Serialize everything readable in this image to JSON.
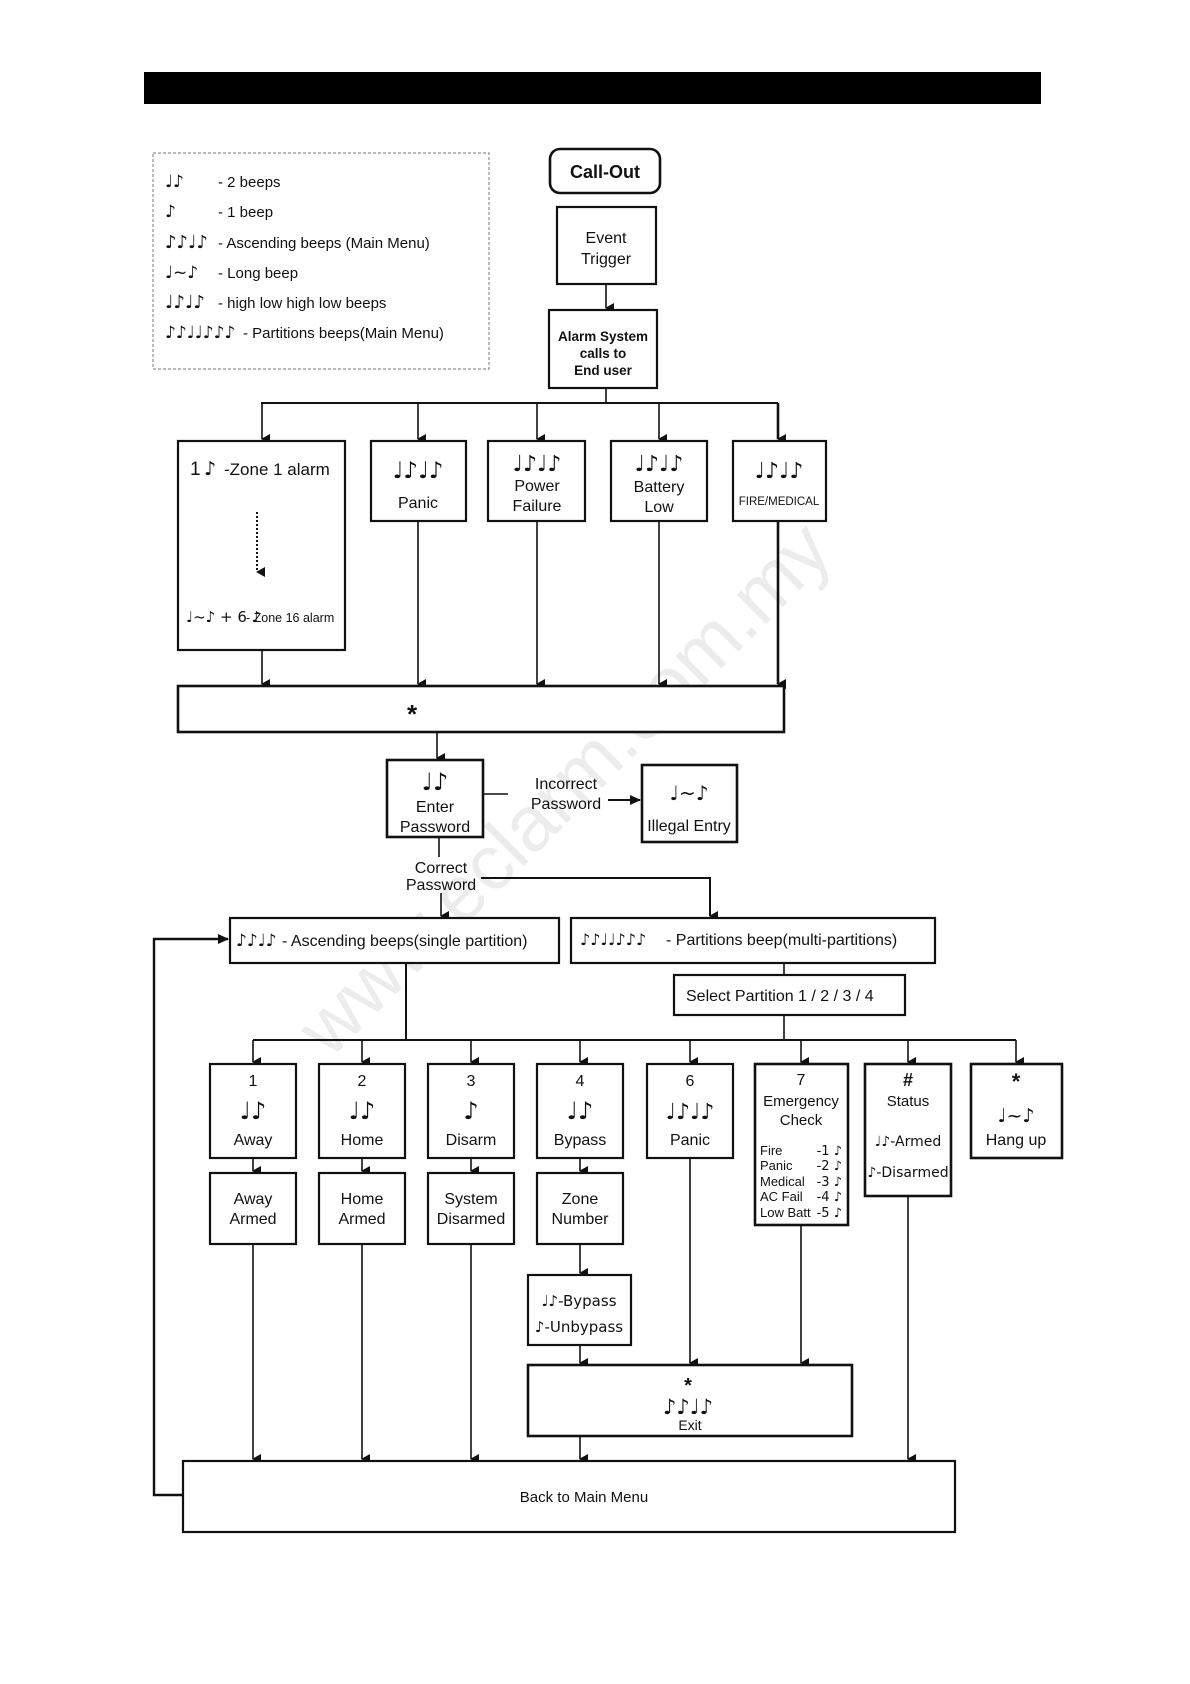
{
  "header_bar": {
    "color": "#000000"
  },
  "legend": {
    "items": [
      {
        "symbol": "♩♪",
        "label": "- 2 beeps"
      },
      {
        "symbol": "♪",
        "label": "- 1 beep"
      },
      {
        "symbol": "♪♪♩♪",
        "label": "- Ascending beeps (Main Menu)"
      },
      {
        "symbol": "♩~♪",
        "label": "- Long beep"
      },
      {
        "symbol": "♩♪♩♪",
        "label": "- high low high low beeps"
      },
      {
        "symbol": "♪♪♩♩♪♪♪",
        "label": "- Partitions beeps(Main Menu)"
      }
    ]
  },
  "top_flow": {
    "callout": "Call-Out",
    "event_trigger": [
      "Event",
      "Trigger"
    ],
    "alarm_system": [
      "Alarm System",
      "calls to",
      "End user"
    ]
  },
  "events": {
    "zone": {
      "top_prefix": "1",
      "top_note": "♪",
      "top_label": "-Zone 1 alarm",
      "bottom_note": "♩~♪ + 6 ♪",
      "bottom_label": "- Zone 16 alarm"
    },
    "panic": {
      "notes": "♩♪♩♪",
      "label": [
        "Panic"
      ]
    },
    "power": {
      "notes": "♩♪♩♪",
      "label": [
        "Power",
        "Failure"
      ]
    },
    "battery": {
      "notes": "♩♪♩♪",
      "label": [
        "Battery",
        "Low"
      ]
    },
    "fire": {
      "notes": "♩♪♩♪",
      "label": [
        "FIRE/MEDICAL"
      ]
    }
  },
  "star_bar": {
    "symbol": "*"
  },
  "password": {
    "enter_notes": "♩♪",
    "enter_label": [
      "Enter",
      "Password"
    ],
    "incorrect_label": [
      "Incorrect",
      "Password"
    ],
    "illegal_notes": "♩~♪",
    "illegal_label": "Illegal Entry",
    "correct_label": [
      "Correct",
      "Password"
    ]
  },
  "partitions": {
    "single_notes": "♪♪♩♪",
    "single_label": "- Ascending beeps(single partition)",
    "multi_notes": "♪♪♩♩♪♪♪",
    "multi_label": "- Partitions beep(multi-partitions)",
    "select_label": "Select Partition 1 / 2 / 3 / 4"
  },
  "menu": [
    {
      "key": "1",
      "notes": "♩♪",
      "label": "Away",
      "result": [
        "Away",
        "Armed"
      ]
    },
    {
      "key": "2",
      "notes": "♩♪",
      "label": "Home",
      "result": [
        "Home",
        "Armed"
      ]
    },
    {
      "key": "3",
      "notes": "♪",
      "label": "Disarm",
      "result": [
        "System",
        "Disarmed"
      ]
    },
    {
      "key": "4",
      "notes": "♩♪",
      "label": "Bypass",
      "result": [
        "Zone",
        "Number"
      ]
    },
    {
      "key": "6",
      "notes": "♩♪♩♪",
      "label": "Panic"
    },
    {
      "key": "7",
      "title": [
        "Emergency",
        "Check"
      ],
      "rows": [
        {
          "name": "Fire",
          "code": "-1 ♪"
        },
        {
          "name": "Panic",
          "code": "-2 ♪"
        },
        {
          "name": "Medical",
          "code": "-3 ♪"
        },
        {
          "name": "AC Fail",
          "code": "-4 ♪"
        },
        {
          "name": "Low Batt",
          "code": "-5 ♪"
        }
      ]
    },
    {
      "key": "#",
      "label": "Status",
      "armed": "♩♪-Armed",
      "disarmed": "♪-Disarmed"
    },
    {
      "key": "*",
      "notes": "♩~♪",
      "label": "Hang up"
    }
  ],
  "bypass_result": {
    "line1": "♩♪-Bypass",
    "line2": "♪-Unbypass"
  },
  "exit": {
    "symbol": "*",
    "notes": "♪♪♩♪",
    "label": "Exit"
  },
  "back_to_main": "Back to Main Menu",
  "watermark": "www.eclarm.com.my"
}
